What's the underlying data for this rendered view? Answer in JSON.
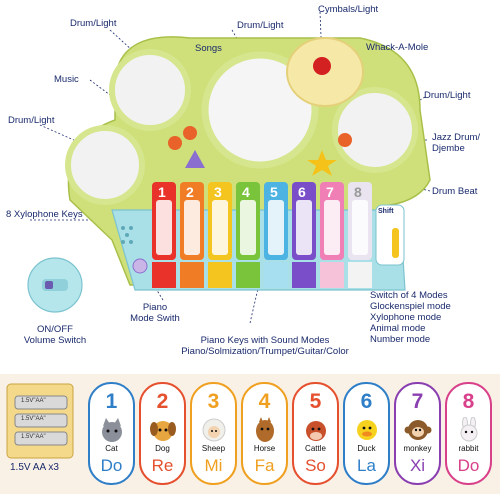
{
  "callouts": {
    "drum_light_top": "Drum/Light",
    "drum_light_mid": "Drum/Light",
    "cymbals_light": "Cymbals/Light",
    "songs": "Songs",
    "whack_a_mole": "Whack-A-Mole",
    "music": "Music",
    "drum_light_right": "Drum/Light",
    "drum_light_left": "Drum/Light",
    "jazz_line1": "Jazz Drum/",
    "jazz_line2": "Djembe",
    "drum_beat": "Drum Beat",
    "xylophone_keys": "8 Xylophone Keys",
    "onoff_line1": "ON/OFF",
    "onoff_line2": "Volume Switch",
    "piano_mode_line1": "Piano",
    "piano_mode_line2": "Mode Swith",
    "piano_keys_line1": "Piano Keys with Sound Modes",
    "piano_keys_line2": "Piano/Solmization/Trumpet/Guitar/Color",
    "switch_modes_line1": "Switch of 4 Modes",
    "switch_modes_line2": "Glockenspiel mode",
    "switch_modes_line3": "Xylophone mode",
    "switch_modes_line4": "Animal mode",
    "switch_modes_line5": "Number mode"
  },
  "toy": {
    "shift_label": "Shift",
    "key_numbers": [
      "1",
      "2",
      "3",
      "4",
      "5",
      "6",
      "7",
      "8"
    ]
  },
  "battery": {
    "cell_label": "1.5V\"AA\"",
    "caption": "1.5V AA  x3"
  },
  "cards": [
    {
      "number": "1",
      "animal": "Cat",
      "solfege": "Do",
      "color": "#2f7fc8"
    },
    {
      "number": "2",
      "animal": "Dog",
      "solfege": "Re",
      "color": "#e5502e"
    },
    {
      "number": "3",
      "animal": "Sheep",
      "solfege": "Mi",
      "color": "#f0a020"
    },
    {
      "number": "4",
      "animal": "Horse",
      "solfege": "Fa",
      "color": "#f0a020"
    },
    {
      "number": "5",
      "animal": "Cattle",
      "solfege": "So",
      "color": "#e5502e"
    },
    {
      "number": "6",
      "animal": "Duck",
      "solfege": "La",
      "color": "#2f7fc8"
    },
    {
      "number": "7",
      "animal": "monkey",
      "solfege": "Xi",
      "color": "#8a3fb0"
    },
    {
      "number": "8",
      "animal": "rabbit",
      "solfege": "Do",
      "color": "#d8408a"
    }
  ]
}
